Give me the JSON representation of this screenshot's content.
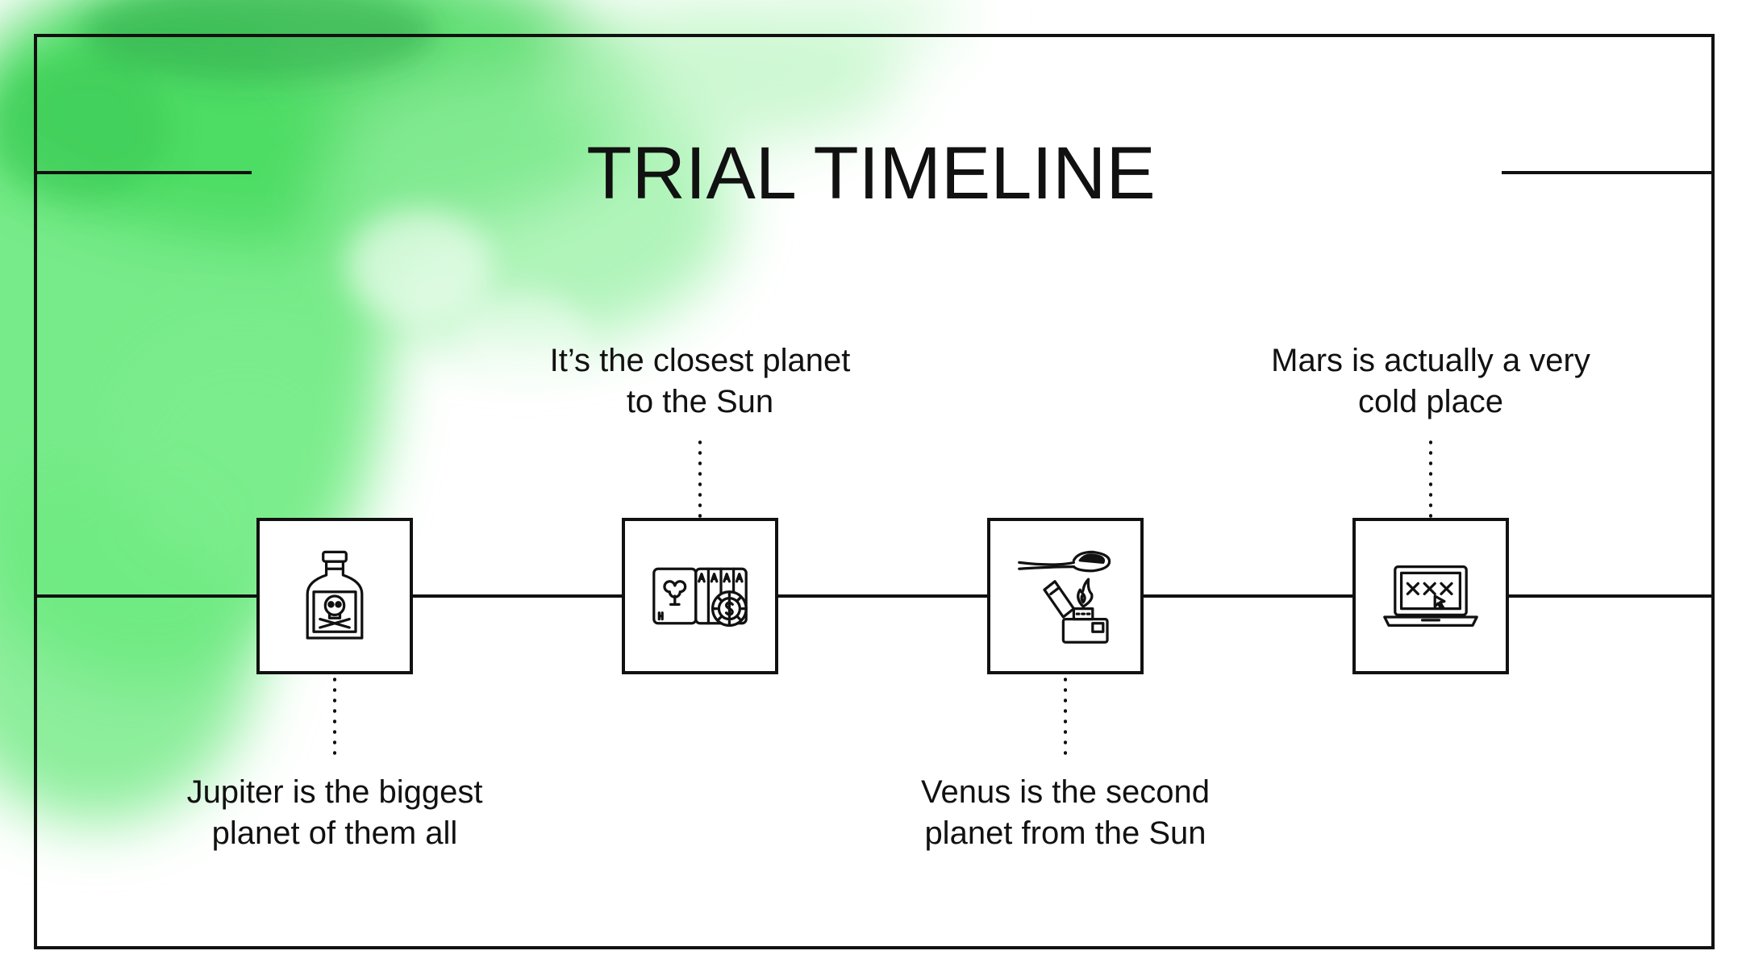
{
  "slide": {
    "title": "TRIAL TIMELINE"
  },
  "colors": {
    "accent_green": "#3ee65a",
    "line": "#111111",
    "background": "#ffffff"
  },
  "timeline": [
    {
      "icon": "poison-bottle-icon",
      "caption": "Jupiter is the biggest\nplanet of them all",
      "caption_position": "below"
    },
    {
      "icon": "playing-cards-chip-icon",
      "caption": "It’s the closest planet\nto the Sun",
      "caption_position": "above"
    },
    {
      "icon": "spoon-lighter-icon",
      "caption": "Venus is the second\nplanet from the Sun",
      "caption_position": "below"
    },
    {
      "icon": "laptop-xxx-icon",
      "caption": "Mars is actually a very\ncold place",
      "caption_position": "above"
    }
  ]
}
